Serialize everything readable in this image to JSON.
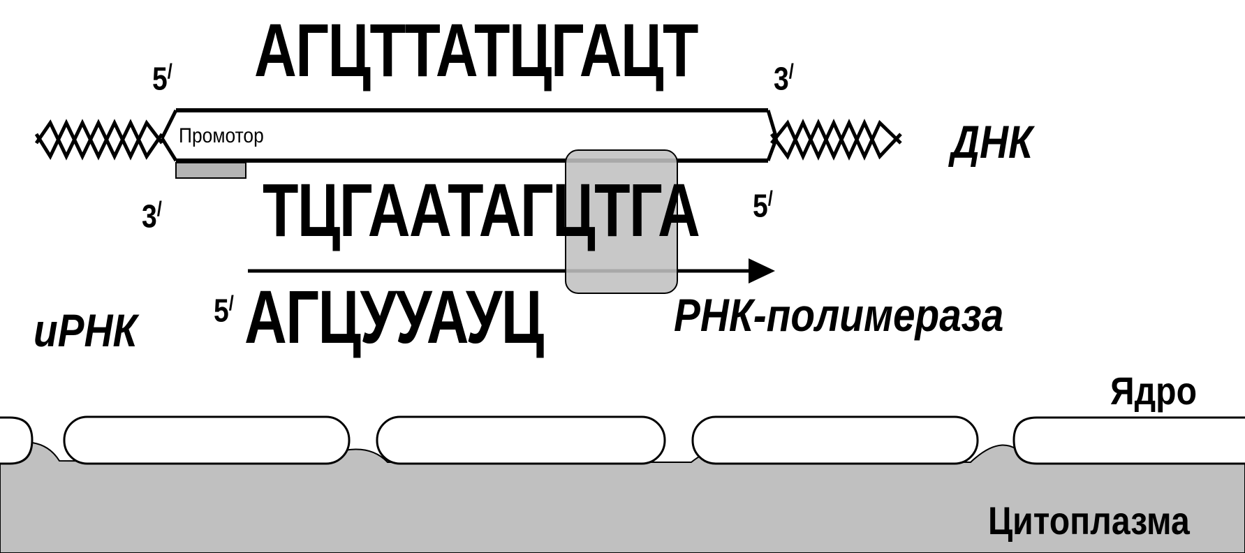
{
  "dna": {
    "coding_strand": "АГЦТТАТЦГАЦТ",
    "template_strand": "ТЦГААТАГЦТГА",
    "label": "ДНК",
    "promoter_label": "Промотор",
    "top_left_end": "5",
    "top_right_end": "3",
    "bottom_left_end": "3",
    "bottom_right_end": "5"
  },
  "mrna": {
    "label": "иРНК",
    "sequence": "АГЦУУАУЦ",
    "end_label": "5"
  },
  "polymerase": {
    "label": "РНК-полимераза"
  },
  "compartments": {
    "nucleus": "Ядро",
    "cytoplasm": "Цитоплазма"
  },
  "colors": {
    "cytoplasm_fill": "#c0c0c0",
    "polymerase_fill": "#c0c0c0",
    "promoter_fill": "#b4b4b4",
    "line": "#000000"
  }
}
